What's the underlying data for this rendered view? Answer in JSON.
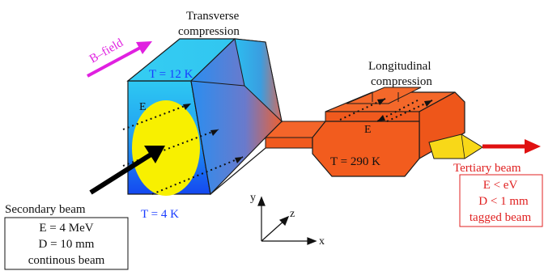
{
  "labels": {
    "bfield": "B–field",
    "transverse_line1": "Transverse",
    "transverse_line2": "compression",
    "longitudinal_line1": "Longitudinal",
    "longitudinal_line2": "compression",
    "t_top": "T = 12 K",
    "t_bottom": "T = 4 K",
    "t_right": "T = 290 K",
    "e_left": "E",
    "e_right": "E",
    "secondary_beam": "Secondary beam",
    "tertiary_beam": "Tertiary beam"
  },
  "secondary_box": [
    "E = 4 MeV",
    "D = 10 mm",
    "continous beam"
  ],
  "tertiary_box": [
    "E < eV",
    "D < 1 mm",
    "tagged beam"
  ],
  "axes": {
    "x": "x",
    "y": "y",
    "z": "z"
  },
  "colors": {
    "bfield_arrow": "#e020e0",
    "cyan": "#28c8f0",
    "blue": "#1850f0",
    "orange": "#f25a1e",
    "yellow": "#f8f000",
    "cone_yellow": "#f8d818",
    "tertiary_arrow": "#e01010",
    "tertiary_text": "#e02020",
    "label_blue": "#1a3cff"
  }
}
